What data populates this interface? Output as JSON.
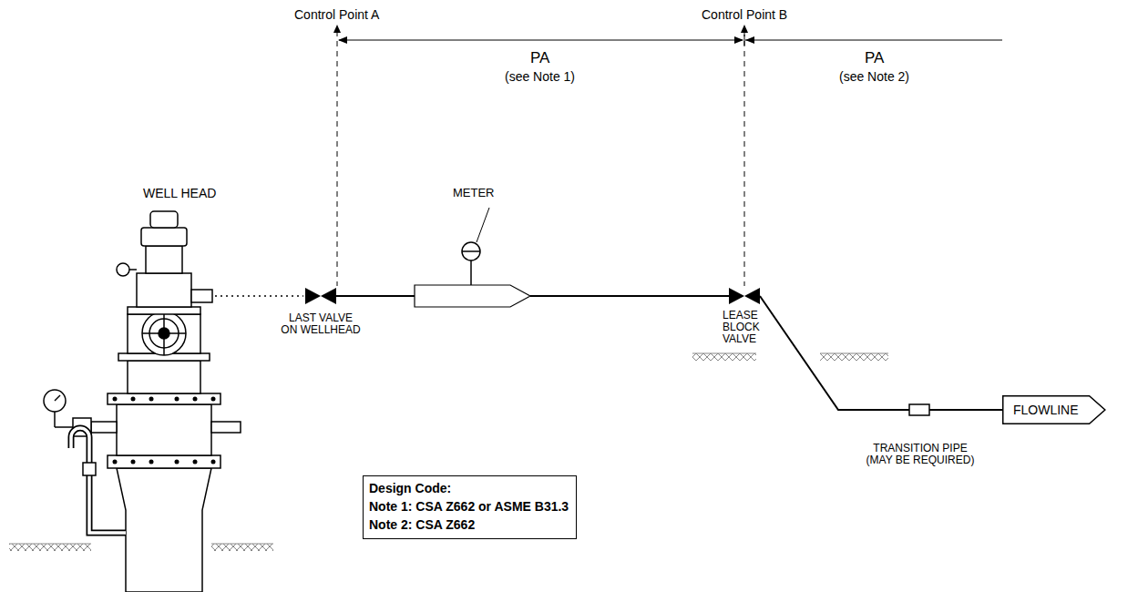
{
  "diagram": {
    "nodes": [
      {
        "text": [
          "FLOWLINE"
        ]
      },
      {
        "text": [
          "Design Code:",
          "Note 1: CSA Z662 or ASME B31.3",
          "Note 2: CSA Z662"
        ]
      }
    ],
    "labels": [
      "Control Point A",
      "Control Point B",
      "PA",
      "(see Note 1)",
      "PA",
      "(see Note 2)",
      "WELL HEAD",
      "METER",
      "LAST VALVE ON WELLHEAD",
      "LEASE BLOCK VALVE",
      "TRANSITION PIPE (MAY BE REQUIRED)"
    ]
  }
}
